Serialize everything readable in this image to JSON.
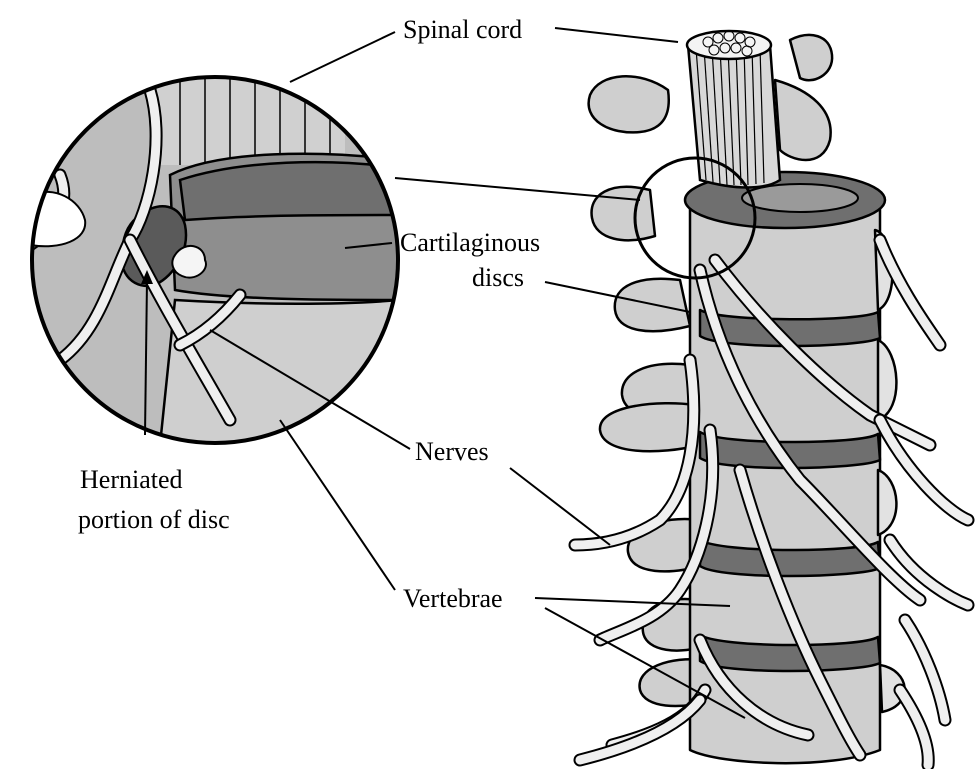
{
  "labels": {
    "spinal_cord": "Spinal cord",
    "cartilaginous_line1": "Cartilaginous",
    "cartilaginous_line2": "discs",
    "nerves": "Nerves",
    "herniated_line1": "Herniated",
    "herniated_line2": "portion of disc",
    "vertebrae": "Vertebrae"
  },
  "colors": {
    "bone": "#cfcfcf",
    "disc": "#6f6f6f",
    "nerve": "#efefef",
    "outline": "#000000"
  }
}
